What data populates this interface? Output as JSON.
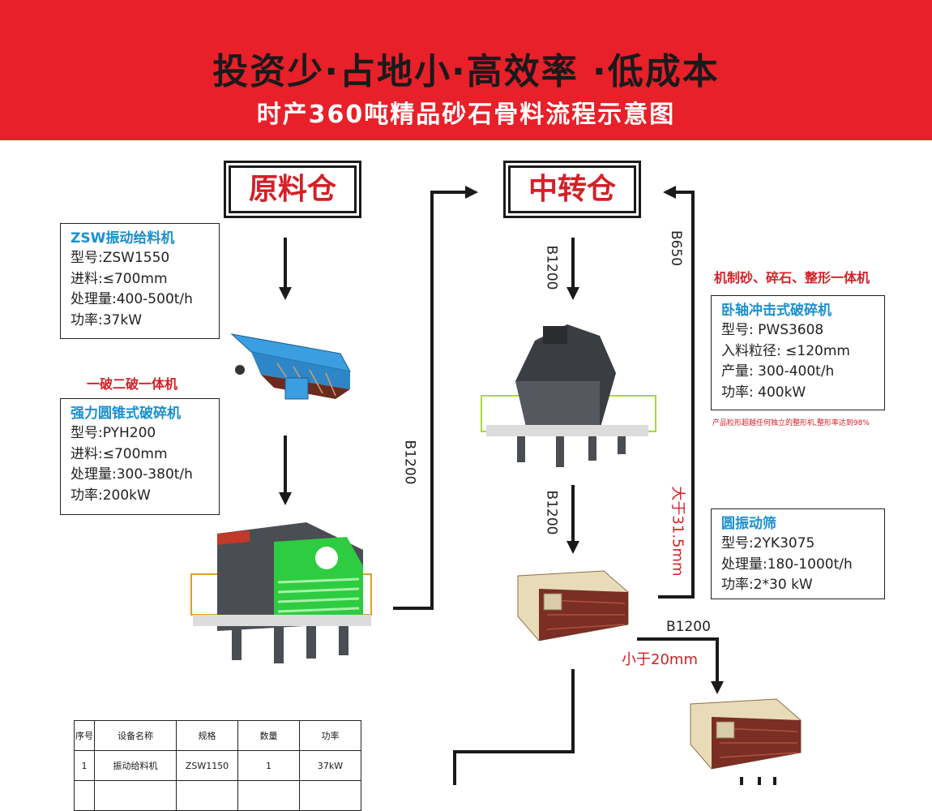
{
  "header": {
    "title": "投资少·占地小·高效率 ·低成本",
    "subtitle": "时产360吨精品砂石骨料流程示意图"
  },
  "stages": {
    "raw_bin": "原料仓",
    "transfer_bin": "中转仓"
  },
  "equipment": {
    "feeder": {
      "title": "ZSW振动给料机",
      "lines": [
        "型号:ZSW1550",
        "进料:≤700mm",
        "处理量:400-500t/h",
        "功率:37kW"
      ]
    },
    "cone_crusher": {
      "tag": "一破二破一体机",
      "title": "强力圆锥式破碎机",
      "lines": [
        "型号:PYH200",
        "进料:≤700mm",
        "处理量:300-380t/h",
        "功率:200kW"
      ]
    },
    "vsi_crusher": {
      "tag": "机制砂、碎石、整形一体机",
      "title": "卧轴冲击式破碎机",
      "lines": [
        "型号: PWS3608",
        "入料粒径: ≤120mm",
        "产量: 300-400t/h",
        "功率: 400kW"
      ],
      "note": "产品粒形超越任何独立的整形机,整形率达到98%"
    },
    "screen": {
      "title": "圆振动筛",
      "lines": [
        "型号:2YK3075",
        "处理量:180-1000t/h",
        "功率:2*30 kW"
      ]
    }
  },
  "flow_labels": {
    "belt_main": "B1200",
    "belt_down1": "B1200",
    "belt_down2": "B1200",
    "belt_return": "B650",
    "belt_fine": "B1200",
    "oversize": "大于31.5mm",
    "undersize": "小于20mm"
  },
  "table": {
    "headers": [
      "序号",
      "设备名称",
      "规格",
      "数量",
      "功率"
    ],
    "rows": [
      [
        "1",
        "振动给料机",
        "ZSW1150",
        "1",
        "37kW"
      ]
    ]
  },
  "colors": {
    "header_red": "#e8202a",
    "accent_blue": "#1a8fd0",
    "label_red": "#d42027"
  }
}
